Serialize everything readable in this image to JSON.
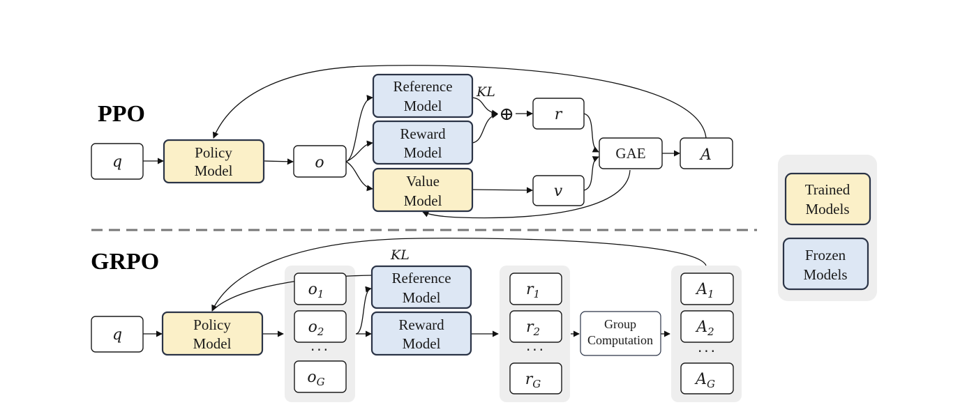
{
  "ppo": {
    "title": "PPO",
    "q": "q",
    "policy": [
      "Policy",
      "Model"
    ],
    "o": "o",
    "reference": [
      "Reference",
      "Model"
    ],
    "reward": [
      "Reward",
      "Model"
    ],
    "value": [
      "Value",
      "Model"
    ],
    "kl": "KL",
    "plus": "⊕",
    "r": "r",
    "v": "v",
    "gae": "GAE",
    "A": "A"
  },
  "grpo": {
    "title": "GRPO",
    "q": "q",
    "policy": [
      "Policy",
      "Model"
    ],
    "outputs": [
      {
        "base": "o",
        "sub": "1"
      },
      {
        "base": "o",
        "sub": "2"
      },
      {
        "base": "o",
        "sub": "G"
      }
    ],
    "reference": [
      "Reference",
      "Model"
    ],
    "reward": [
      "Reward",
      "Model"
    ],
    "kl": "KL",
    "rewards": [
      {
        "base": "r",
        "sub": "1"
      },
      {
        "base": "r",
        "sub": "2"
      },
      {
        "base": "r",
        "sub": "G"
      }
    ],
    "group": [
      "Group",
      "Computation"
    ],
    "advantages": [
      {
        "base": "A",
        "sub": "1"
      },
      {
        "base": "A",
        "sub": "2"
      },
      {
        "base": "A",
        "sub": "G"
      }
    ],
    "ellipsis": "···"
  },
  "legend": {
    "trained": [
      "Trained",
      "Models"
    ],
    "frozen": [
      "Frozen",
      "Models"
    ]
  },
  "colors": {
    "trained_fill": "#fbf0c8",
    "frozen_fill": "#dde7f4",
    "group_bg": "#eeeeee",
    "border": "#2a3346"
  }
}
